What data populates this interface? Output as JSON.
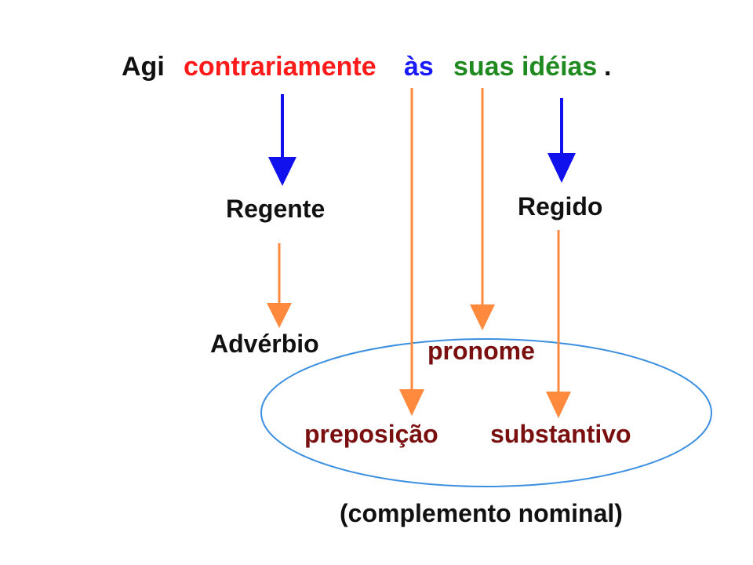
{
  "colors": {
    "regent_word": "#ff1a1a",
    "preposition_word": "#1a1aff",
    "regido_words": "#1f8a1f",
    "text_dark": "#111111",
    "part_of_speech": "#7a0f0f",
    "blue_arrow": "#1111ee",
    "orange_arrow": "#ff8a3d",
    "ellipse": "#3b8fe0"
  },
  "sentence": {
    "word_1": "Agi",
    "word_2": "contrariamente",
    "word_3": "às",
    "word_4": "suas idéias",
    "period": "."
  },
  "roles": {
    "regente": "Regente",
    "regido": "Regido"
  },
  "parts_of_speech": {
    "adverbio": "Advérbio",
    "pronome": "pronome",
    "preposicao": "preposição",
    "substantivo": "substantivo"
  },
  "caption": "(complemento nominal)"
}
